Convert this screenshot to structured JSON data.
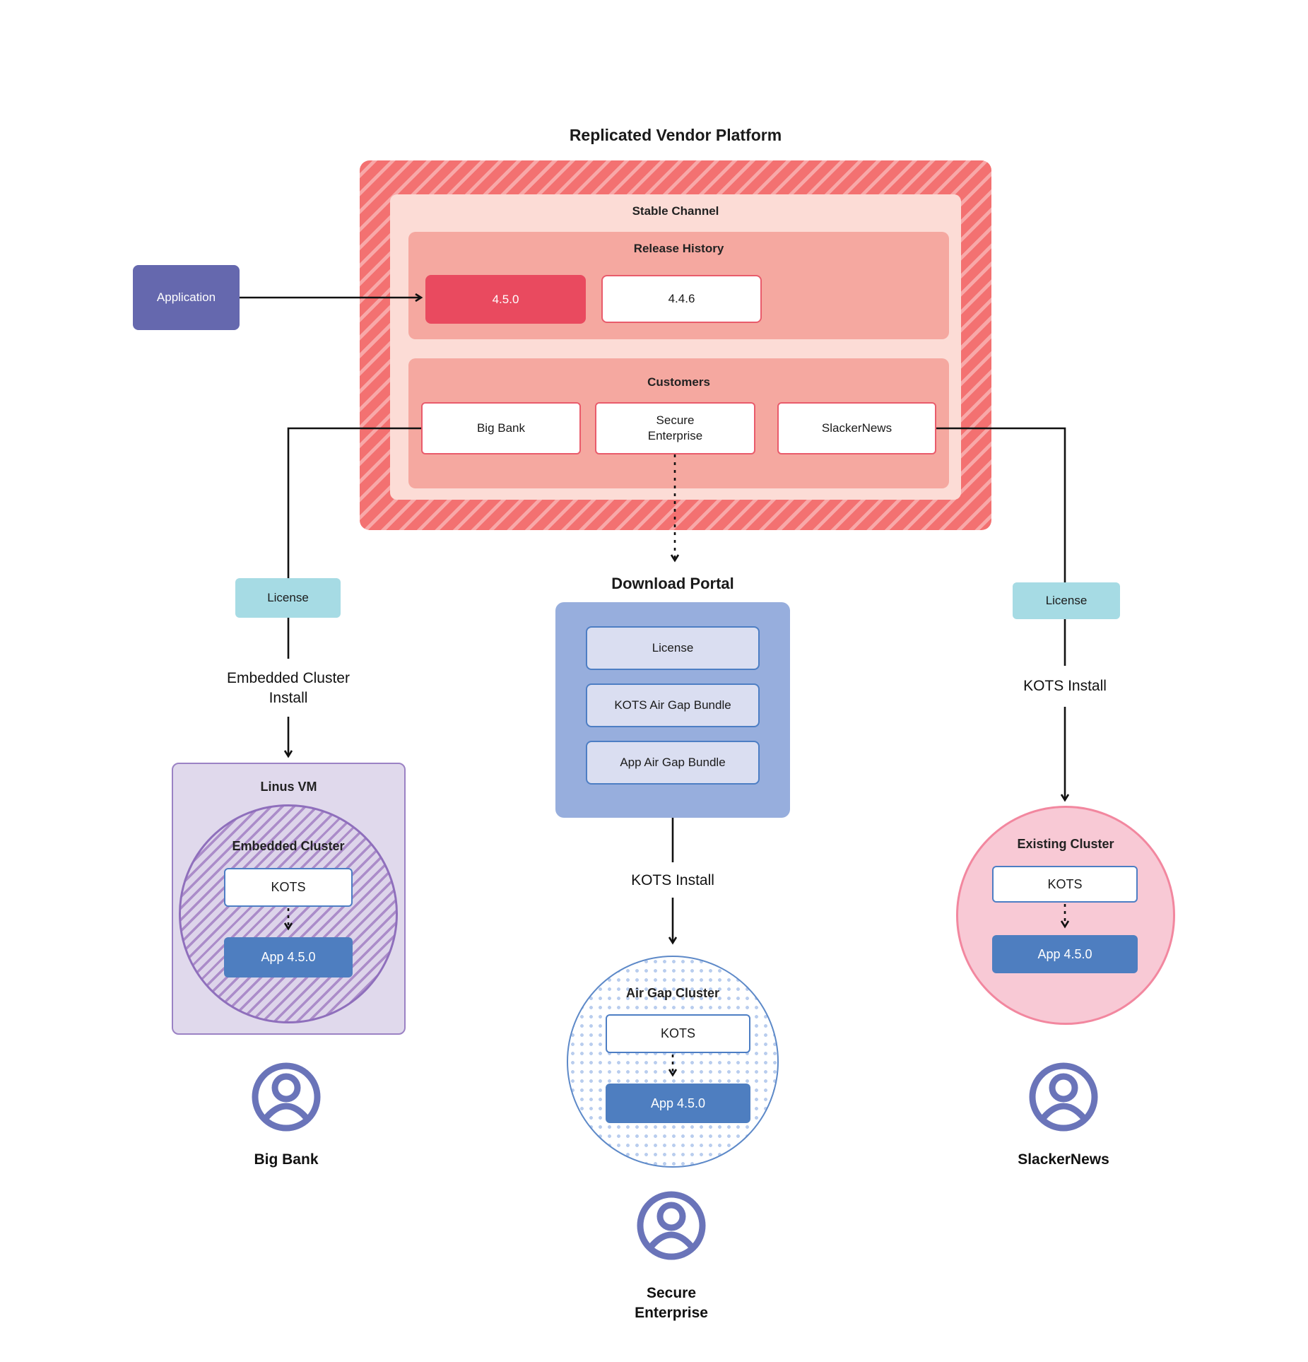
{
  "title": "Replicated Vendor Platform",
  "colors": {
    "platform_hatch_base": "#f37171",
    "platform_hatch_stripe": "#f8a8a8",
    "stable_channel_bg": "#fcdcd6",
    "section_bg": "#f5a8a0",
    "current_release_bg": "#e94a5f",
    "release_border": "#e95b6b",
    "application_bg": "#6568ae",
    "license_bg": "#a6dbe4",
    "portal_bg": "#97aedd",
    "portal_item_bg": "#dadef1",
    "blue_border": "#4d7ec4",
    "app_box_bg": "#4e7ec0",
    "vm_bg": "#e0d9ec",
    "vm_border": "#9b82c4",
    "cluster_hatch_stripe": "#ab8cc9",
    "pink_circle_bg": "#f8c9d5",
    "pink_circle_border": "#f2879f",
    "person_icon": "#6a74b9",
    "line": "#111111"
  },
  "application": {
    "label": "Application"
  },
  "platform": {
    "stable_channel_label": "Stable Channel",
    "release_history_label": "Release History",
    "releases": [
      {
        "version": "4.5.0"
      },
      {
        "version": "4.4.6"
      }
    ],
    "customers_label": "Customers",
    "customers": [
      {
        "name": "Big Bank"
      },
      {
        "name": "Secure\nEnterprise"
      },
      {
        "name": "SlackerNews"
      }
    ]
  },
  "left_flow": {
    "license_label": "License",
    "install_label": "Embedded Cluster\nInstall",
    "vm": {
      "title": "Linus VM",
      "cluster_label": "Embedded Cluster",
      "kots_label": "KOTS",
      "app_label": "App 4.5.0"
    },
    "person_label": "Big Bank"
  },
  "middle_flow": {
    "portal_title": "Download Portal",
    "portal_items": [
      {
        "label": "License"
      },
      {
        "label": "KOTS Air Gap Bundle"
      },
      {
        "label": "App Air Gap Bundle"
      }
    ],
    "install_label": "KOTS Install",
    "cluster": {
      "title": "Air Gap Cluster",
      "kots_label": "KOTS",
      "app_label": "App 4.5.0"
    },
    "person_label": "Secure\nEnterprise"
  },
  "right_flow": {
    "license_label": "License",
    "install_label": "KOTS Install",
    "cluster": {
      "title": "Existing Cluster",
      "kots_label": "KOTS",
      "app_label": "App 4.5.0"
    },
    "person_label": "SlackerNews"
  }
}
